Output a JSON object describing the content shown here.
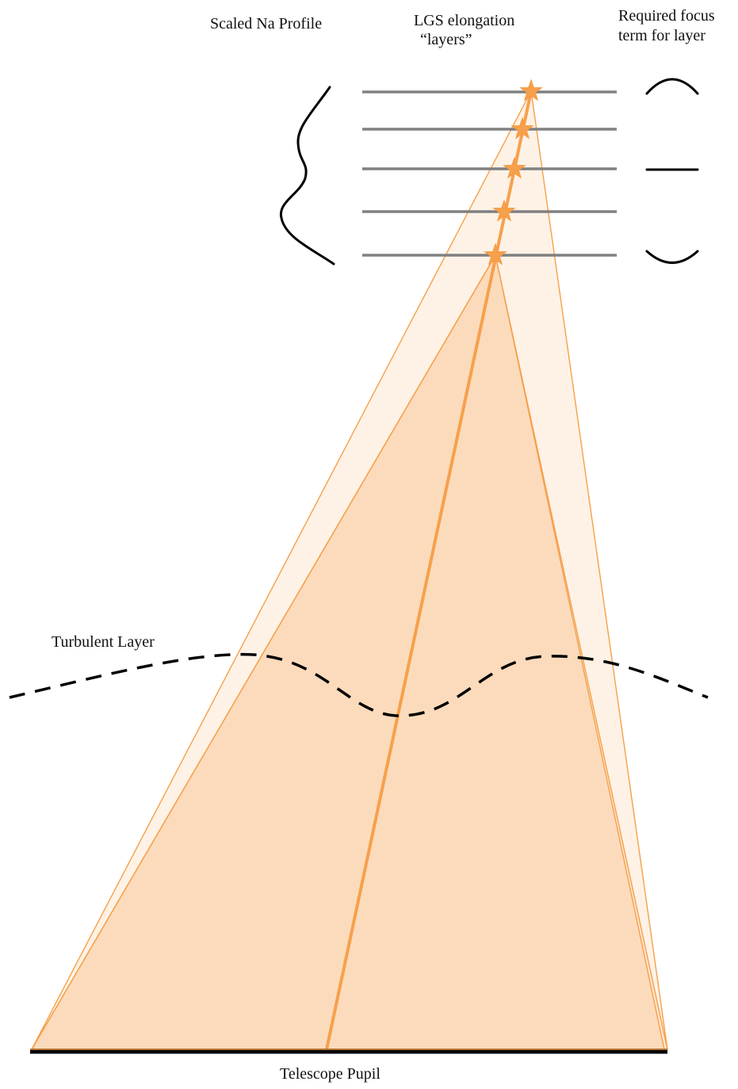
{
  "labels": {
    "na_profile": "Scaled Na Profile",
    "lgs_layers_line1": "LGS elongation",
    "lgs_layers_line2": "“layers”",
    "focus_term_line1": "Required focus",
    "focus_term_line2": "term for layer",
    "turbulent_layer": "Turbulent Layer",
    "telescope_pupil": "Telescope Pupil"
  },
  "diagram": {
    "layer_count": 5,
    "colors": {
      "beam": "#f7a04c",
      "layer_lines": "#808080",
      "curves": "#000000"
    },
    "focus_terms": [
      "concave-down",
      "none",
      "flat",
      "none",
      "concave-up"
    ]
  }
}
